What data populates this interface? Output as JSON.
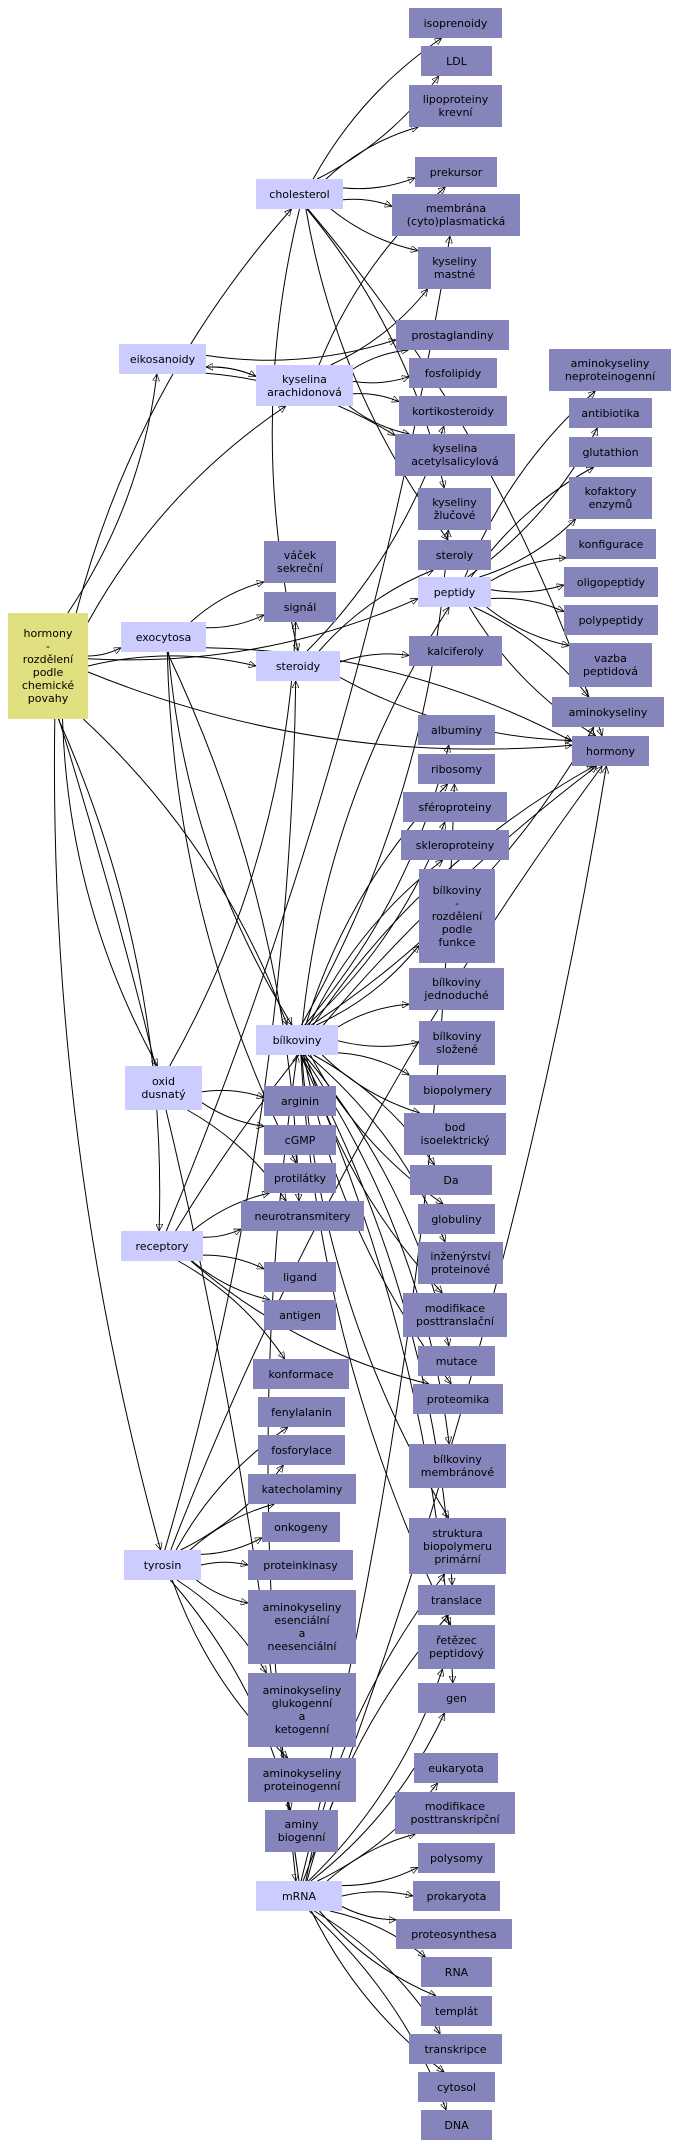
{
  "colors": {
    "root": "#e0e080",
    "hub": "#ccccff",
    "leaf": "#8585bb",
    "edge": "#000000"
  },
  "nodes": {
    "hormony_rozdeleni": "hormony\n-\nrozdělení\npodle\nchemické\npovahy",
    "cholesterol": "cholesterol",
    "eikosanoidy": "eikosanoidy",
    "kyselina_arachidonova": "kyselina\narachidonová",
    "exocytosa": "exocytosa",
    "steroidy": "steroidy",
    "peptidy": "peptidy",
    "bilkoviny": "bílkoviny",
    "oxid_dusnaty": "oxid\ndusnatý",
    "receptory": "receptory",
    "tyrosin": "tyrosin",
    "mrna": "mRNA",
    "isoprenoidy": "isoprenoidy",
    "ldl": "LDL",
    "lipoproteiny": "lipoproteiny\nkrevní",
    "prekursor": "prekursor",
    "membrana": "membrána\n(cyto)plasmatická",
    "kyseliny_mastne": "kyseliny\nmastné",
    "prostaglandiny": "prostaglandiny",
    "fosfolipidy": "fosfolipidy",
    "kortikosteroidy": "kortikosteroidy",
    "kyselina_acetylsalicylova": "kyselina\nacetylsalicylová",
    "kyseliny_zlucove": "kyseliny\nžlučové",
    "steroly": "steroly",
    "vacek": "váček\nsekreční",
    "signal": "signál",
    "kalciferoly": "kalciferoly",
    "aminokyseliny_neprot": "aminokyseliny\nneproteinogenní",
    "antibiotika": "antibiotika",
    "glutathion": "glutathion",
    "kofaktory": "kofaktory\nenzymů",
    "konfigurace": "konfigurace",
    "oligopeptidy": "oligopeptidy",
    "polypeptidy": "polypeptidy",
    "vazba": "vazba\npeptidová",
    "aminokyseliny": "aminokyseliny",
    "hormony": "hormony",
    "albuminy": "albuminy",
    "ribosomy": "ribosomy",
    "sferoproteiny": "sféroproteiny",
    "skleroproteiny": "skleroproteiny",
    "bilkoviny_funkce": "bílkoviny\n-\nrozdělení\npodle\nfunkce",
    "bilkoviny_jednoduche": "bílkoviny\njednoduché",
    "bilkoviny_slozene": "bílkoviny\nsložené",
    "biopolymery": "biopolymery",
    "bod": "bod\nisoelektrický",
    "da": "Da",
    "globuliny": "globuliny",
    "inzenyrstvi": "inženýrství\nproteinové",
    "modifikace_posttranslacni": "modifikace\nposttranslační",
    "mutace": "mutace",
    "proteomika": "proteomika",
    "bilkoviny_membranove": "bílkoviny\nmembránové",
    "arginin": "arginin",
    "cgmp": "cGMP",
    "protilatky": "protilátky",
    "neurotransmitery": "neurotransmitery",
    "ligand": "ligand",
    "antigen": "antigen",
    "konformace": "konformace",
    "fenylalanin": "fenylalanin",
    "fosforylace": "fosforylace",
    "katecholaminy": "katecholaminy",
    "onkogeny": "onkogeny",
    "proteinkinasy": "proteinkinasy",
    "aminokyseliny_esencialni": "aminokyseliny\nesenciální\na\nneesenciální",
    "aminokyseliny_glukogenni": "aminokyseliny\nglukogenní\na\nketogenní",
    "aminokyseliny_proteinogenni": "aminokyseliny\nproteinogenní",
    "aminy": "aminy\nbiogenní",
    "struktura": "struktura\nbiopolymeru\nprimární",
    "translace": "translace",
    "retezec": "řetězec\npeptidový",
    "gen": "gen",
    "eukaryota": "eukaryota",
    "modifikace_posttranskripcni": "modifikace\nposttranskripční",
    "polysomy": "polysomy",
    "prokaryota": "prokaryota",
    "proteosynthesa": "proteosynthesa",
    "rna": "RNA",
    "templat": "templát",
    "transkripce": "transkripce",
    "cytosol": "cytosol",
    "dna": "DNA"
  }
}
